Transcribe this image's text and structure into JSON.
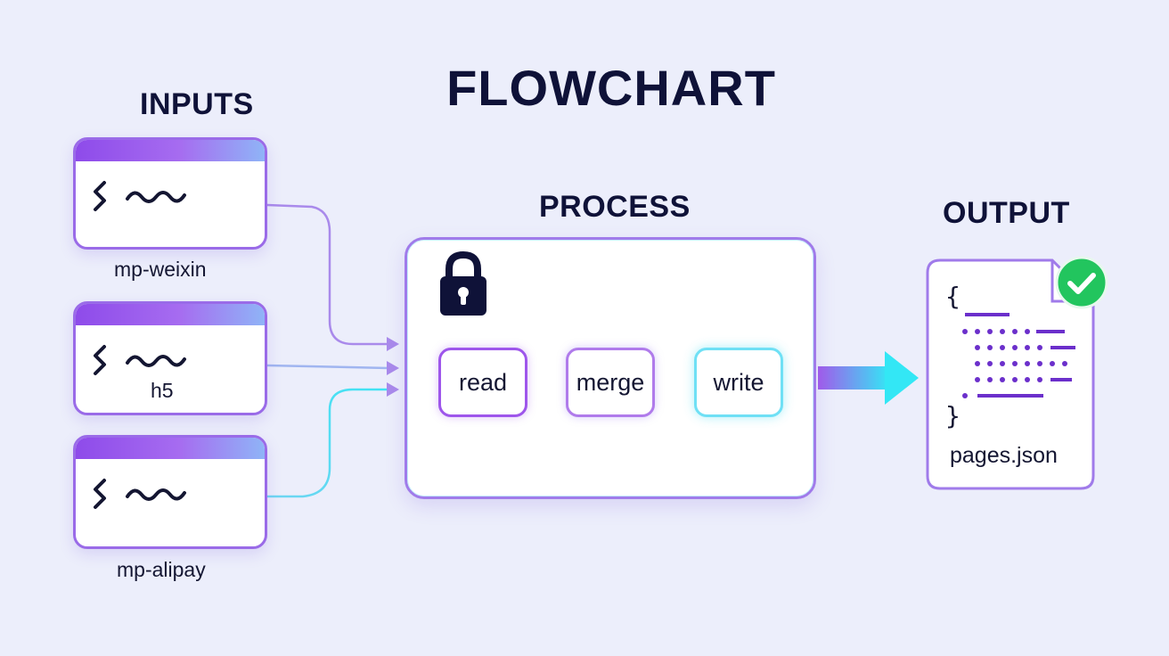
{
  "title": "FLOWCHART",
  "inputs": {
    "heading": "INPUTS",
    "items": [
      {
        "label": "mp-weixin"
      },
      {
        "label": "h5"
      },
      {
        "label": "mp-alipay"
      }
    ]
  },
  "process": {
    "heading": "PROCESS",
    "steps": [
      {
        "label": "read"
      },
      {
        "label": "merge"
      },
      {
        "label": "write"
      }
    ]
  },
  "output": {
    "heading": "OUTPUT",
    "file_label": "pages.json",
    "open_brace": "{",
    "close_brace": "}"
  },
  "colors": {
    "purple": "#9A56EB",
    "cyan": "#38E6F5",
    "navy": "#0F1238",
    "green": "#22C55E"
  },
  "icons": [
    "terminal-wave-icon",
    "lock-icon",
    "check-icon",
    "arrow-right-icon"
  ]
}
